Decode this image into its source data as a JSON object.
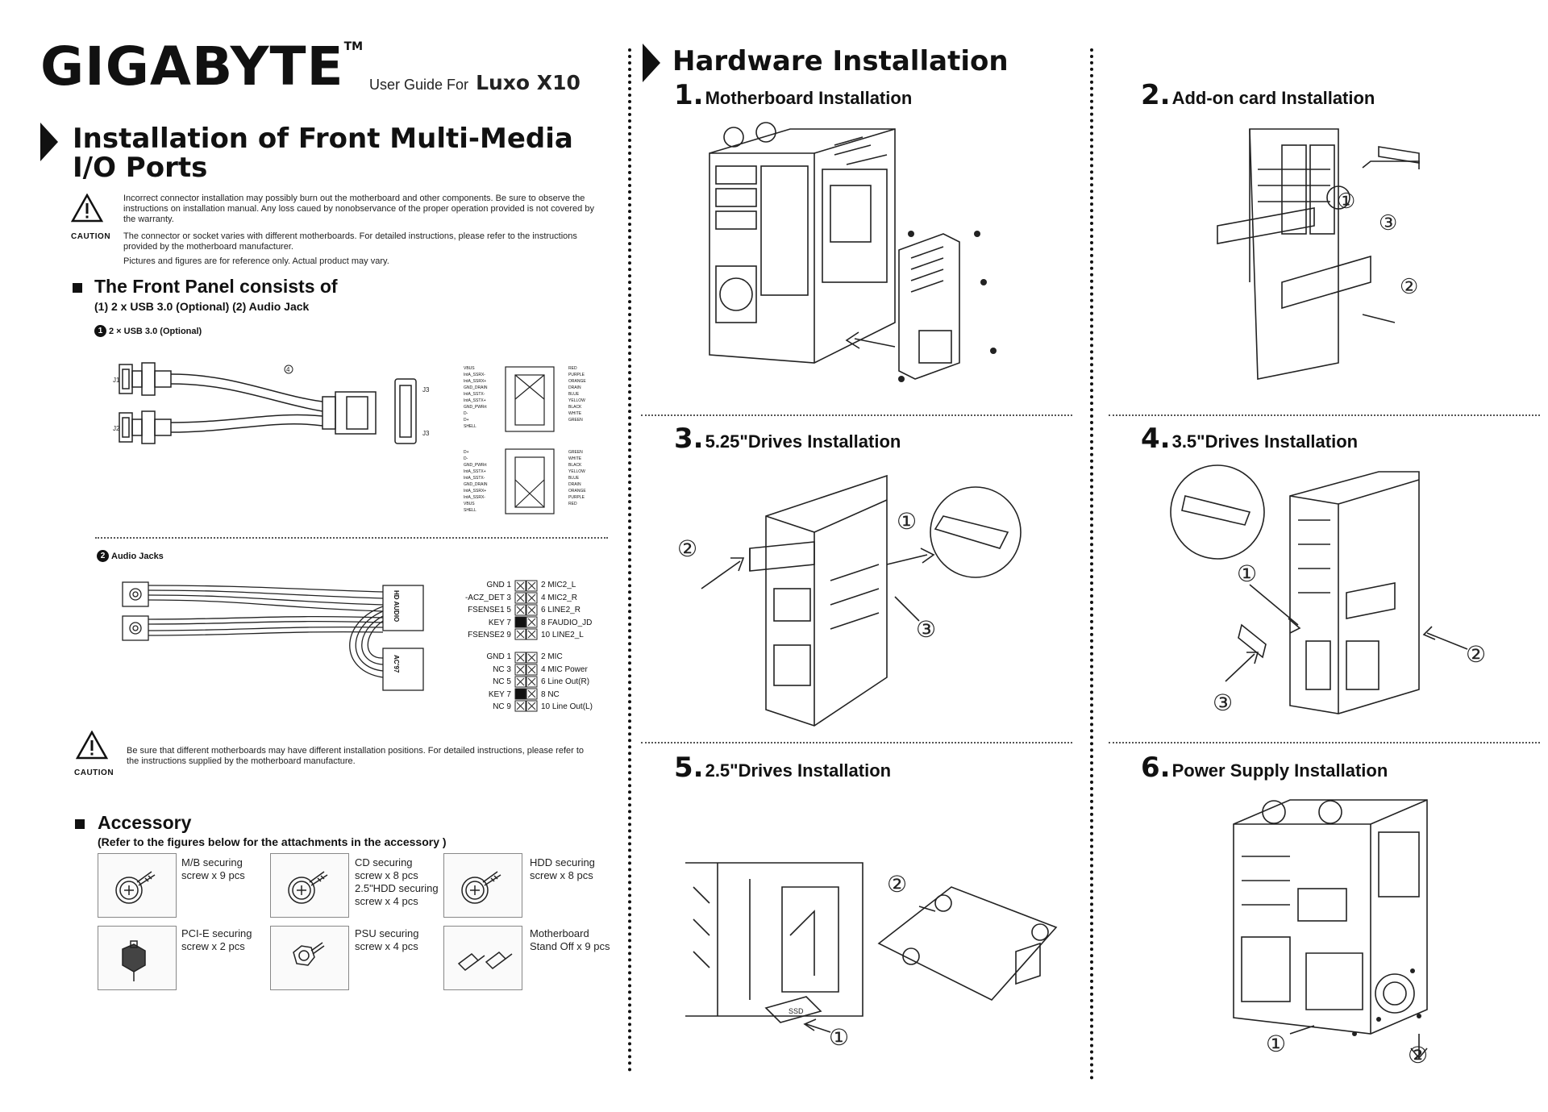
{
  "header": {
    "brand": "GIGABYTE",
    "tm": "TM",
    "guide_prefix": "User Guide For",
    "product": "Luxo  X10"
  },
  "left": {
    "title_line1": "Installation of Front Multi-Media",
    "title_line2": "I/O Ports",
    "caution_label": "CAUTION",
    "warning1": "Incorrect connector installation may possibly burn out the motherboard and other components. Be sure to observe the instructions on installation manual. Any loss caued by nonobservance of the proper operation provided is not covered by the warranty.",
    "warning2": "The connector or socket varies with different motherboards. For detailed instructions, please refer to the instructions provided by the motherboard manufacturer.",
    "warning3": "Pictures and figures are for reference only. Actual product may vary.",
    "front_panel_title": "The Front Panel consists of",
    "front_panel_sub": "(1) 2 x USB 3.0 (Optional) (2) Audio Jack",
    "usb_label_num": "1",
    "usb_label": "2 × USB 3.0 (Optional)",
    "audio_label_num": "2",
    "audio_label": "Audio Jacks",
    "hd_audio_tag": "HD AUDIO",
    "ac97_tag": "AC'97",
    "hd_audio_pins": [
      {
        "left": "GND 1",
        "right": "2  MIC2_L"
      },
      {
        "left": "-ACZ_DET 3",
        "right": "4  MIC2_R"
      },
      {
        "left": "FSENSE1 5",
        "right": "6  LINE2_R"
      },
      {
        "left": "KEY 7",
        "right": "8  FAUDIO_JD"
      },
      {
        "left": "FSENSE2 9",
        "right": "10 LINE2_L"
      }
    ],
    "ac97_pins": [
      {
        "left": "GND 1",
        "right": "2  MIC"
      },
      {
        "left": "NC 3",
        "right": "4  MIC Power"
      },
      {
        "left": "NC 5",
        "right": "6  Line Out(R)"
      },
      {
        "left": "KEY 7",
        "right": "8  NC"
      },
      {
        "left": "NC 9",
        "right": "10 Line Out(L)"
      }
    ],
    "usb_pins_top_left": [
      "VBUS",
      "IntA_SSRX-",
      "IntA_SSRX+",
      "GND_DRAIN",
      "IntA_SSTX-",
      "IntA_SSTX+",
      "GND_PWRrt",
      "D-",
      "D+",
      "SHELL"
    ],
    "usb_pins_top_right": [
      "RED",
      "PURPLE",
      "ORANGE",
      "DRAIN",
      "BLUE",
      "YELLOW",
      "BLACK",
      "WHITE",
      "GREEN"
    ],
    "usb_pins_bottom_left": [
      "D+",
      "D-",
      "GND_PWRrt",
      "IntA_SSTX+",
      "IntA_SSTX-",
      "GND_DRAIN",
      "IntA_SSRX+",
      "IntA_SSRX-",
      "VBUS",
      "SHELL"
    ],
    "usb_pins_bottom_right": [
      "GREEN",
      "WHITE",
      "BLACK",
      "YELLOW",
      "BLUE",
      "DRAIN",
      "ORANGE",
      "PURPLE",
      "RED"
    ],
    "caution2": "Be sure that different motherboards may have different installation positions. For detailed instructions, please refer to the instructions supplied by the motherboard manufacture.",
    "accessory_title": "Accessory",
    "accessory_sub": "(Refer to the figures below for the attachments in the accessory )",
    "accessories": [
      {
        "text": "M/B  securing\nscrew x 9 pcs",
        "icon": "screw-icon"
      },
      {
        "text": "CD  securing\nscrew x 8 pcs\n2.5\"HDD  securing\nscrew x 4 pcs",
        "icon": "screw-icon"
      },
      {
        "text": "HDD securing\nscrew x 8 pcs",
        "icon": "screw-icon"
      },
      {
        "text": "PCI-E  securing\nscrew x 2 pcs",
        "icon": "thumbscrew-icon"
      },
      {
        "text": "PSU securing\nscrew x 4 pcs",
        "icon": "hex-screw-icon"
      },
      {
        "text": "Motherboard\nStand Off x 9 pcs",
        "icon": "standoff-icon"
      }
    ]
  },
  "hardware": {
    "title": "Hardware Installation",
    "steps": [
      {
        "num": "1.",
        "title": "Motherboard Installation"
      },
      {
        "num": "2.",
        "title": "Add-on card Installation"
      },
      {
        "num": "3.",
        "title": "5.25\"Drives Installation"
      },
      {
        "num": "4.",
        "title": "3.5\"Drives Installation"
      },
      {
        "num": "5.",
        "title": "2.5\"Drives Installation"
      },
      {
        "num": "6.",
        "title": "Power Supply Installation"
      }
    ],
    "callouts": [
      "①",
      "②",
      "③"
    ],
    "ssd_tag": "SSD"
  }
}
